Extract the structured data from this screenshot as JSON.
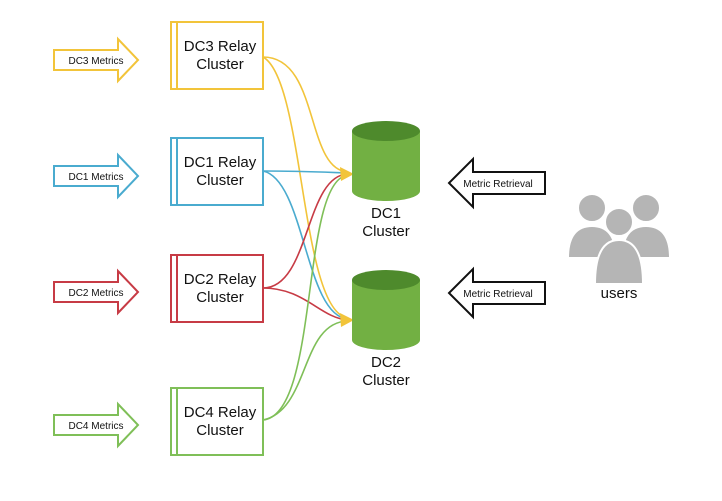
{
  "colors": {
    "dc3": "#f2c43a",
    "dc1": "#4aabcf",
    "dc2": "#c73b45",
    "dc4": "#7fbf58",
    "db_body": "#72b043",
    "db_top": "#4e8a2c",
    "user_icon": "#b5b5b5",
    "retrieval": "#111111"
  },
  "input_arrows": {
    "dc3": "DC3 Metrics",
    "dc1": "DC1 Metrics",
    "dc2": "DC2 Metrics",
    "dc4": "DC4 Metrics"
  },
  "relays": {
    "dc3": {
      "line1": "DC3 Relay",
      "line2": "Cluster"
    },
    "dc1": {
      "line1": "DC1 Relay",
      "line2": "Cluster"
    },
    "dc2": {
      "line1": "DC2 Relay",
      "line2": "Cluster"
    },
    "dc4": {
      "line1": "DC4 Relay",
      "line2": "Cluster"
    }
  },
  "clusters": {
    "dc1": {
      "line1": "DC1",
      "line2": "Cluster"
    },
    "dc2": {
      "line1": "DC2",
      "line2": "Cluster"
    }
  },
  "retrieval": {
    "top": "Metric Retrieval",
    "bottom": "Metric Retrieval"
  },
  "users_label": "users"
}
